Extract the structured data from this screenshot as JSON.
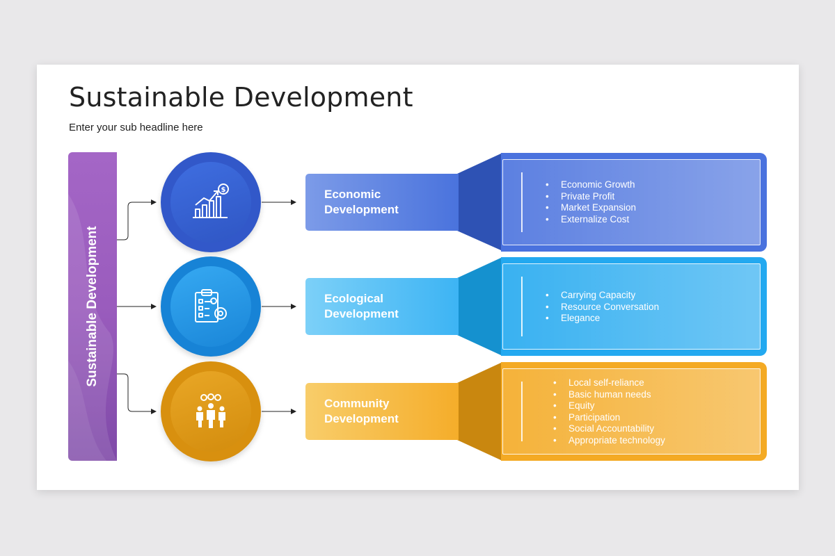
{
  "slide": {
    "title": "Sustainable Development",
    "subtitle": "Enter your sub headline here",
    "sidebar_label": "Sustainable Development"
  },
  "colors": {
    "purple": "#9a5cbd",
    "blue": "#4a72de",
    "sky": "#23a9f0",
    "orange": "#f4aa24"
  },
  "rows": [
    {
      "icon": "growth-chart-dollar-icon",
      "label_line1": "Economic",
      "label_line2": "Development",
      "items": [
        "Economic Growth",
        "Private Profit",
        "Market Expansion",
        "Externalize Cost"
      ]
    },
    {
      "icon": "clipboard-gear-icon",
      "label_line1": "Ecological",
      "label_line2": "Development",
      "items": [
        "Carrying Capacity",
        "Resource Conversation",
        "Elegance"
      ]
    },
    {
      "icon": "team-gears-icon",
      "label_line1": "Community",
      "label_line2": "Development",
      "items": [
        "Local self-reliance",
        "Basic human needs",
        "Equity",
        "Participation",
        "Social Accountability",
        "Appropriate technology"
      ]
    }
  ]
}
